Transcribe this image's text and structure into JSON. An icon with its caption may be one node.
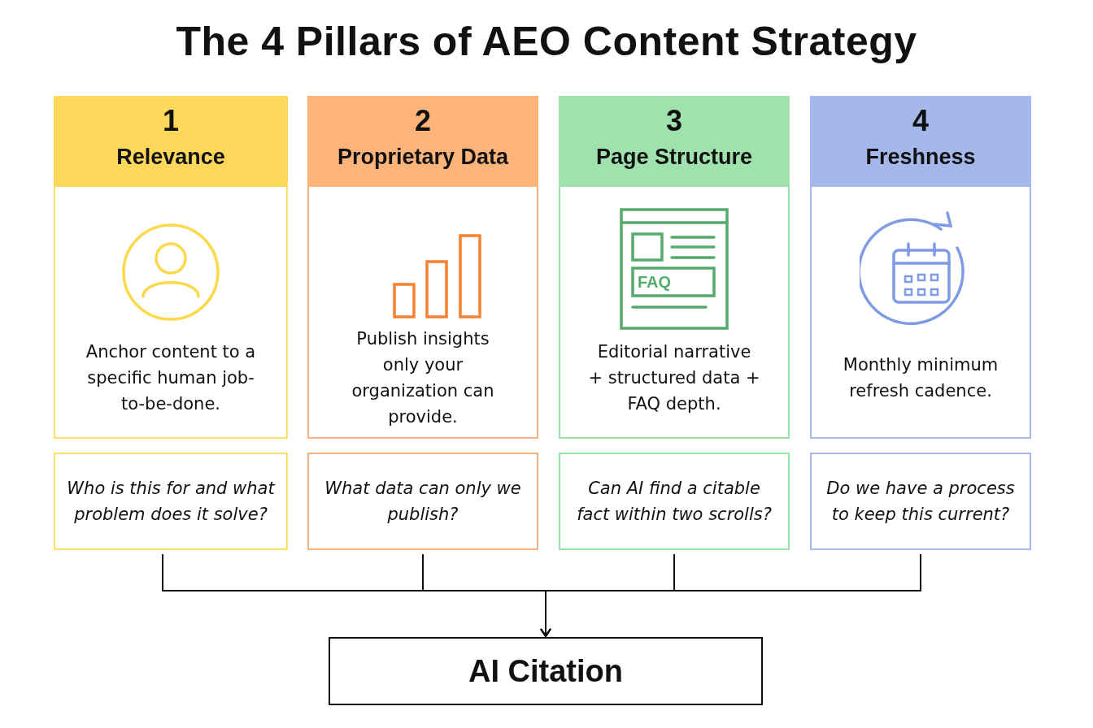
{
  "diagram": {
    "title": "The 4 Pillars of AEO Content Strategy",
    "nodes": [
      {
        "text": [
          "1",
          "Relevance",
          "Anchor content to a specific human job-to-be-done."
        ]
      },
      {
        "text": [
          "2",
          "Proprietary Data",
          "Publish insights only your organization can provide."
        ]
      },
      {
        "text": [
          "3",
          "Page Structure",
          "Editorial narrative + structured data + FAQ depth."
        ]
      },
      {
        "text": [
          "4",
          "Freshness",
          "Monthly minimum refresh cadence."
        ]
      },
      {
        "text": [
          "Who is this for and what problem does it solve?"
        ]
      },
      {
        "text": [
          "What data can only we publish?"
        ]
      },
      {
        "text": [
          "Can AI find a citable fact within two scrolls?"
        ]
      },
      {
        "text": [
          "Do we have a process to keep this current?"
        ]
      },
      {
        "text": [
          "AI Citation"
        ]
      }
    ],
    "edges": [
      {
        "from": 4,
        "to": 8,
        "arrow": "to"
      },
      {
        "from": 5,
        "to": 8,
        "arrow": "to"
      },
      {
        "from": 6,
        "to": 8,
        "arrow": "to"
      },
      {
        "from": 7,
        "to": 8,
        "arrow": "to"
      }
    ],
    "labels": [
      "FAQ"
    ]
  }
}
